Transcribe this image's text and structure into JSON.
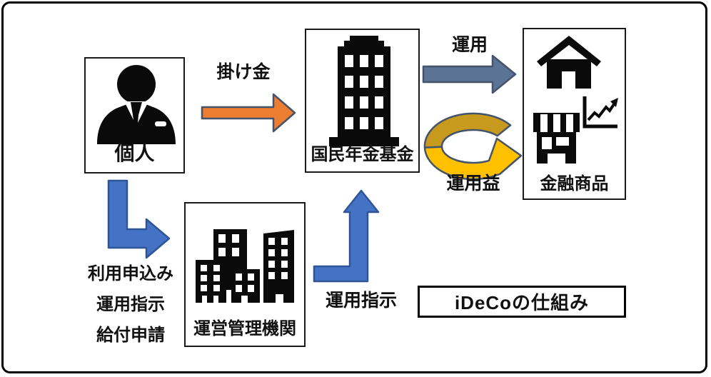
{
  "title_box": {
    "label": "iDeCoの仕組み"
  },
  "nodes": {
    "individual": {
      "label": "個人",
      "icon": "businessman-icon"
    },
    "pension_fund": {
      "label": "国民年金基金",
      "icon": "office-building-icon"
    },
    "financial_products": {
      "label": "金融商品",
      "icons": [
        "home-icon",
        "storefront-icon",
        "growth-chart-icon"
      ]
    },
    "admin_institution": {
      "label": "運営管理機関",
      "icon": "city-buildings-icon"
    }
  },
  "arrows": {
    "contribution": {
      "label": "掛け金",
      "fill": "#ED7D31",
      "stroke": "#44546A",
      "direction": "right"
    },
    "investment": {
      "label": "運用",
      "fill": "#5B7394",
      "stroke": "#44546A",
      "direction": "right"
    },
    "returns": {
      "label": "運用益",
      "fill_top": "#C79A1E",
      "fill_bottom": "#FFC000",
      "stroke": "#44546A",
      "direction": "curved-right"
    },
    "application": {
      "labels": [
        "利用申込み",
        "運用指示",
        "給付申請"
      ],
      "fill": "#4472C4",
      "stroke": "#2F5597",
      "direction": "down-then-right"
    },
    "instruction": {
      "label": "運用指示",
      "fill": "#4472C4",
      "stroke": "#2F5597",
      "direction": "right-then-up"
    }
  }
}
